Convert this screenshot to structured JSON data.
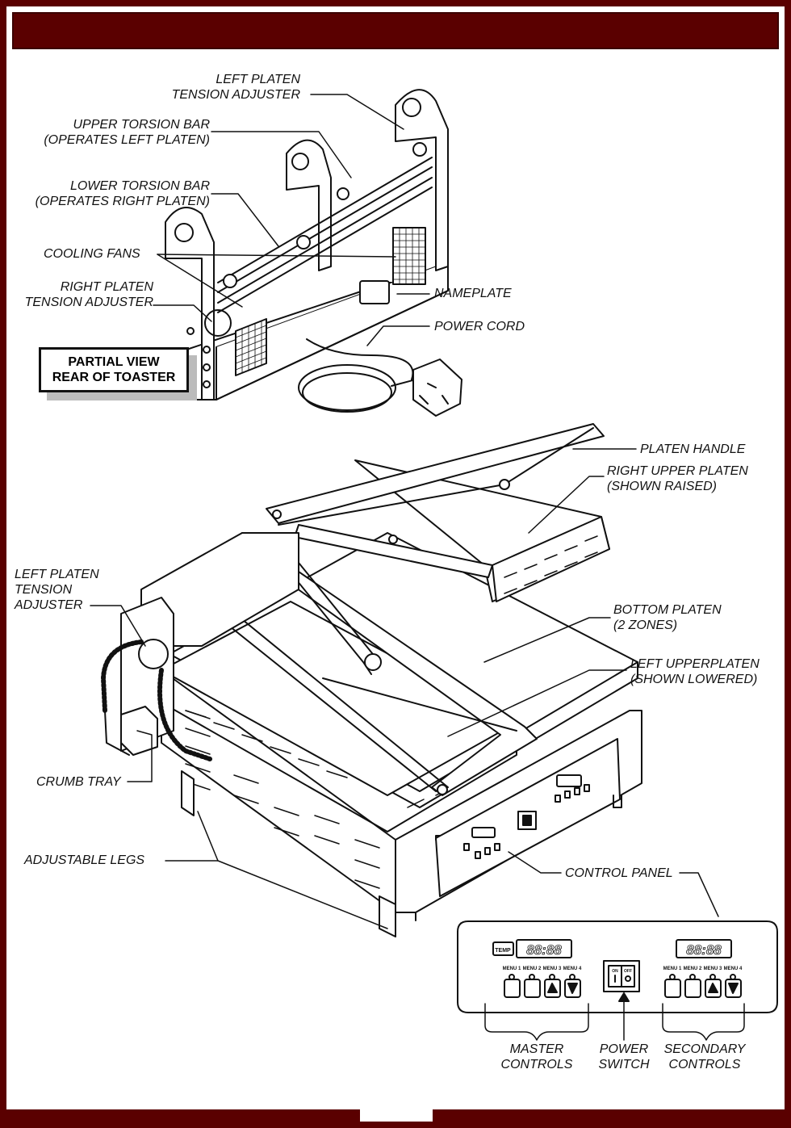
{
  "colors": {
    "frame": "#5a0000",
    "ink": "#111111"
  },
  "callouts": {
    "left_platen_tension_adjuster_rear": [
      "LEFT PLATEN",
      "TENSION ADJUSTER"
    ],
    "upper_torsion_bar": [
      "UPPER TORSION BAR",
      "(OPERATES LEFT PLATEN)"
    ],
    "lower_torsion_bar": [
      "LOWER TORSION BAR",
      "(OPERATES RIGHT PLATEN)"
    ],
    "cooling_fans": "COOLING FANS",
    "right_platen_tension_adjuster": [
      "RIGHT PLATEN",
      "TENSION ADJUSTER"
    ],
    "nameplate": "NAMEPLATE",
    "power_cord": "POWER CORD",
    "partial_view": [
      "PARTIAL VIEW",
      "REAR OF TOASTER"
    ],
    "platen_handle": "PLATEN HANDLE",
    "right_upper_platen": [
      "RIGHT UPPER PLATEN",
      "(SHOWN RAISED)"
    ],
    "left_platen_tension_adjuster_front": [
      "LEFT PLATEN",
      "TENSION",
      "ADJUSTER"
    ],
    "bottom_platen": [
      "BOTTOM PLATEN",
      "(2 ZONES)"
    ],
    "left_upper_platen": [
      "LEFT UPPERPLATEN",
      "(SHOWN LOWERED)"
    ],
    "crumb_tray": "CRUMB TRAY",
    "adjustable_legs": "ADJUSTABLE LEGS",
    "control_panel": "CONTROL PANEL",
    "master_controls": [
      "MASTER",
      "CONTROLS"
    ],
    "power_switch": [
      "POWER",
      "SWITCH"
    ],
    "secondary_controls": [
      "SECONDARY",
      "CONTROLS"
    ]
  },
  "panel": {
    "temp_badge": "TEMP",
    "display_master": "88:88",
    "display_secondary": "88:88",
    "menus": [
      "MENU 1",
      "MENU 2",
      "MENU 3",
      "MENU 4"
    ],
    "switch_on": "ON",
    "switch_off": "OFF"
  }
}
